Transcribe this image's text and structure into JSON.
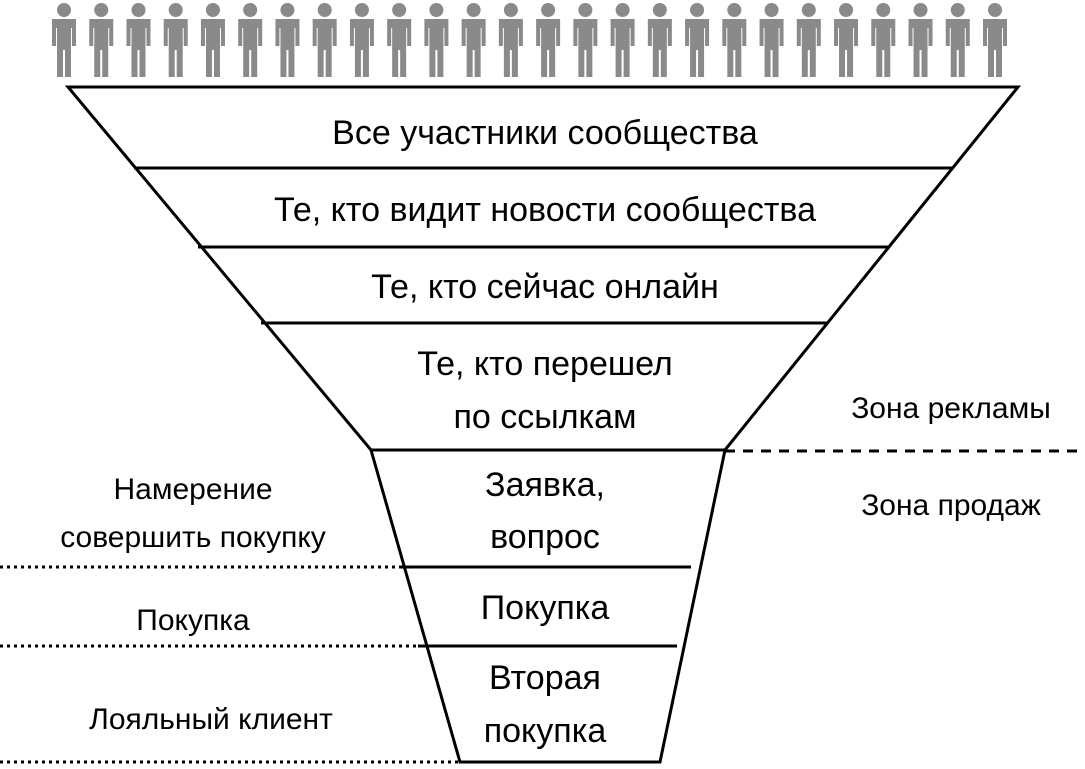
{
  "funnel": {
    "stages": [
      {
        "lines": [
          "Все участники сообщества"
        ]
      },
      {
        "lines": [
          "Те, кто видит новости сообщества"
        ]
      },
      {
        "lines": [
          "Те, кто сейчас онлайн"
        ]
      },
      {
        "lines": [
          "Те, кто перешел",
          "по ссылкам"
        ]
      },
      {
        "lines": [
          "Заявка,",
          "вопрос"
        ]
      },
      {
        "lines": [
          "Покупка"
        ]
      },
      {
        "lines": [
          "Вторая",
          "покупка"
        ]
      }
    ],
    "people_count": 26
  },
  "zones": {
    "ads": "Зона рекламы",
    "sales": "Зона продаж"
  },
  "left_labels": {
    "intent": [
      "Намерение",
      "совершить покупку"
    ],
    "purchase": "Покупка",
    "loyal": "Лояльный клиент"
  },
  "colors": {
    "people": "#8a8a8a",
    "line": "#000000"
  }
}
